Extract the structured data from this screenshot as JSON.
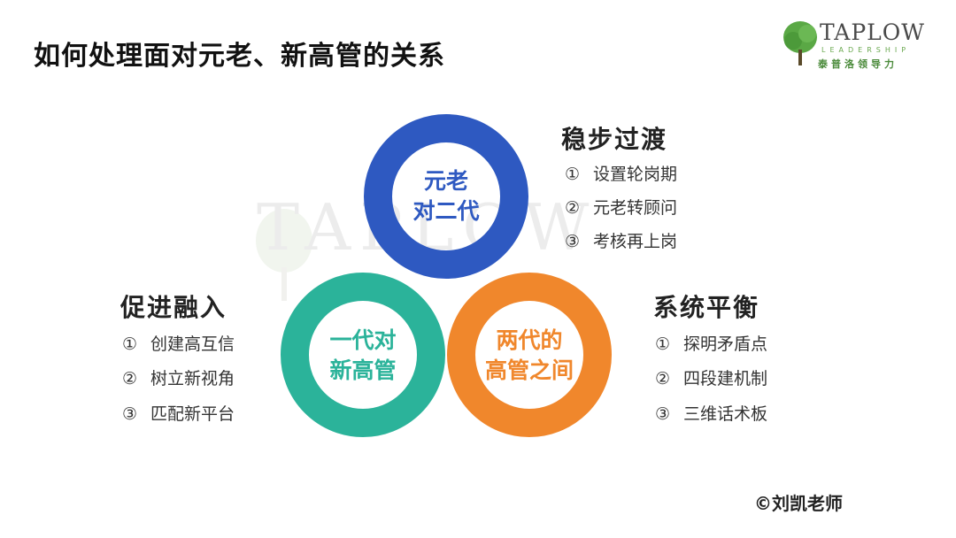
{
  "title": "如何处理面对元老、新高管的关系",
  "logo": {
    "brand": "TAPLOW",
    "sub": "LEADERSHIP",
    "cn": "泰普洛领导力"
  },
  "rings": {
    "top": {
      "line1": "元老",
      "line2": "对二代",
      "color": "#2e59c1"
    },
    "left": {
      "line1": "一代对",
      "line2": "新高管",
      "color": "#2bb39a"
    },
    "right": {
      "line1": "两代的",
      "line2": "高管之间",
      "color": "#f0872c"
    }
  },
  "sections": {
    "top": {
      "head": "稳步过渡",
      "items": [
        {
          "num": "①",
          "text": "设置轮岗期"
        },
        {
          "num": "②",
          "text": "元老转顾问"
        },
        {
          "num": "③",
          "text": "考核再上岗"
        }
      ]
    },
    "left": {
      "head": "促进融入",
      "items": [
        {
          "num": "①",
          "text": "创建高互信"
        },
        {
          "num": "②",
          "text": "树立新视角"
        },
        {
          "num": "③",
          "text": "匹配新平台"
        }
      ]
    },
    "right": {
      "head": "系统平衡",
      "items": [
        {
          "num": "①",
          "text": "探明矛盾点"
        },
        {
          "num": "②",
          "text": "四段建机制"
        },
        {
          "num": "③",
          "text": "三维话术板"
        }
      ]
    }
  },
  "credit": "©刘凯老师"
}
